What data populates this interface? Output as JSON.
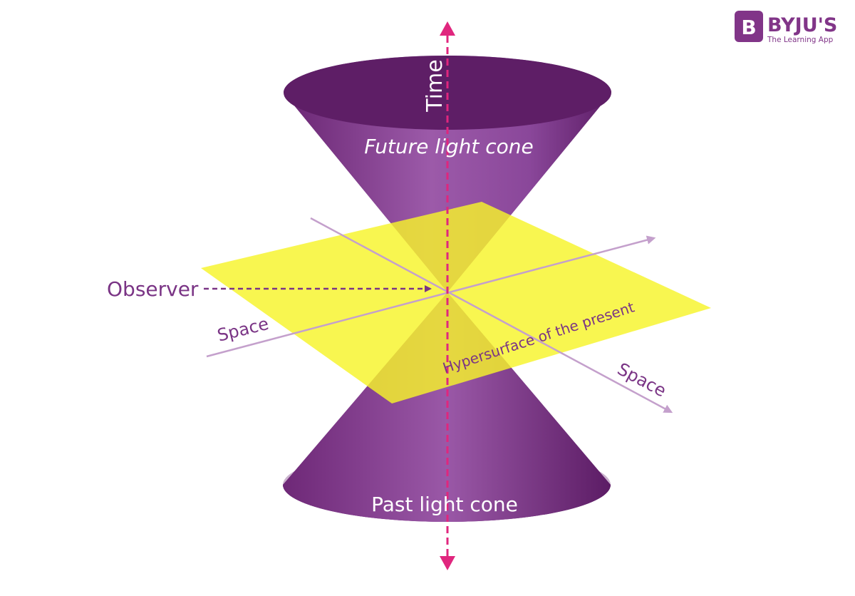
{
  "brand": {
    "name": "BYJU'S",
    "tagline": "The Learning App",
    "logo_letter": "B",
    "logo_color": "#813588"
  },
  "diagram": {
    "time_axis_label": "Time",
    "future_cone_label": "Future light cone",
    "past_cone_label": "Past light cone",
    "observer_label": "Observer",
    "space_label_left": "Space",
    "space_label_right": "Space",
    "plane_label": "Hypersurface of the present"
  },
  "colors": {
    "cone_dark": "#5e1e66",
    "cone_mid": "#7b3787",
    "cone_light": "#9b5aa8",
    "plane": "#f6f42a",
    "time_axis": "#e0267e",
    "space_axis": "#c4a0cc",
    "observer_arrow": "#7a3485",
    "label_white": "#ffffff",
    "label_purple": "#7a3485"
  }
}
